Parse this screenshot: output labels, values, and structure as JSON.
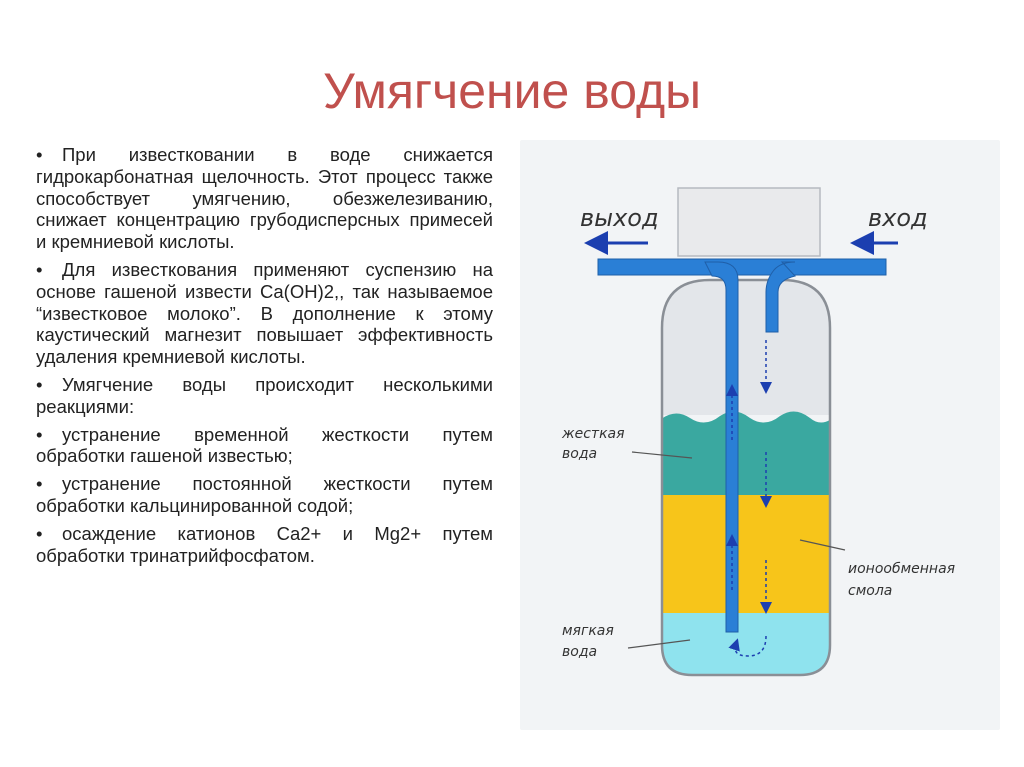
{
  "slide": {
    "title": "Умягчение воды",
    "bullet_marker": "•",
    "bullets": [
      "При известковании в воде снижается гидрокарбонатная щелочность. Этот процесс также способствует умягчению, обезжелезиванию, снижает концентрацию грубодисперсных примесей и кремниевой кислоты.",
      "Для известкования применяют суспензию на основе гашеной извести Ca(OH)2,, так называемое “известковое молоко”. В дополнение к этому каустический магнезит повышает эффективность удаления кремниевой кислоты.",
      "Умягчение воды происходит несколькими реакциями:",
      "устранение временной жесткости путем обработки гашеной известью;",
      "устранение постоянной жесткости путем обработки кальцинированной содой;",
      "осаждение катионов Ca2+ и Mg2+ путем обработки тринатрийфосфатом."
    ]
  },
  "diagram": {
    "outlet_label": "выход",
    "inlet_label": "вход",
    "hard_water_label": [
      "жесткая",
      "вода"
    ],
    "resin_label": [
      "ионообменная",
      "смола"
    ],
    "soft_water_label": [
      "мягкая",
      "вода"
    ],
    "colors": {
      "pipe": "#2a7fd6",
      "arrow": "#1c3fb0",
      "hard_water": "#3aa8a0",
      "resin": "#f7c51a",
      "soft_water": "#8fe3ee",
      "tank_top": "#e3e6ea",
      "cap": "#e9eaec",
      "outline": "#8a8f96"
    }
  }
}
